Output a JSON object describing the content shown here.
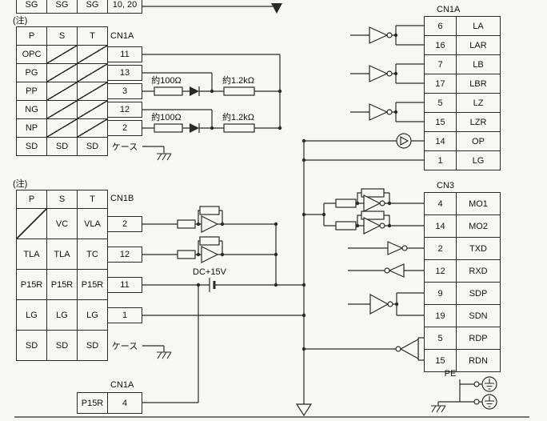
{
  "diagram": {
    "notes": {
      "pulse_note": "(注)",
      "analog_note": "(注)"
    },
    "labels": {
      "r100_1": "約100Ω",
      "r12k_1": "約1.2kΩ",
      "r100_2": "約100Ω",
      "r12k_2": "約1.2kΩ",
      "dc15v": "DC+15V",
      "pe": "PE"
    },
    "sg_table": {
      "cells": [
        "SG",
        "SG",
        "SG"
      ],
      "pin": "10, 20"
    },
    "pulse_table": {
      "connector": "CN1A",
      "header": [
        "P",
        "S",
        "T"
      ],
      "rows": [
        {
          "cells": [
            "OPC",
            "",
            ""
          ],
          "hatch": [
            false,
            true,
            true
          ],
          "pin": "11"
        },
        {
          "cells": [
            "PG",
            "",
            ""
          ],
          "hatch": [
            false,
            true,
            true
          ],
          "pin": "13"
        },
        {
          "cells": [
            "PP",
            "",
            ""
          ],
          "hatch": [
            false,
            true,
            true
          ],
          "pin": "3"
        },
        {
          "cells": [
            "NG",
            "",
            ""
          ],
          "hatch": [
            false,
            true,
            true
          ],
          "pin": "12"
        },
        {
          "cells": [
            "NP",
            "",
            ""
          ],
          "hatch": [
            false,
            true,
            true
          ],
          "pin": "2"
        },
        {
          "cells": [
            "SD",
            "SD",
            "SD"
          ],
          "hatch": [
            false,
            false,
            false
          ],
          "pin": "ケース",
          "pin_boxless": true
        }
      ]
    },
    "analog_table": {
      "connector": "CN1B",
      "header": [
        "P",
        "S",
        "T"
      ],
      "rows": [
        {
          "cells": [
            "",
            "VC",
            "VLA"
          ],
          "hatch": [
            true,
            false,
            false
          ],
          "pin": "2"
        },
        {
          "cells": [
            "TLA",
            "TLA",
            "TC"
          ],
          "hatch": [
            false,
            false,
            false
          ],
          "pin": "12"
        },
        {
          "cells": [
            "P15R",
            "P15R",
            "P15R"
          ],
          "hatch": [
            false,
            false,
            false
          ],
          "pin": "11"
        },
        {
          "cells": [
            "LG",
            "LG",
            "LG"
          ],
          "hatch": [
            false,
            false,
            false
          ],
          "pin": "1"
        },
        {
          "cells": [
            "SD",
            "SD",
            "SD"
          ],
          "hatch": [
            false,
            false,
            false
          ],
          "pin": "ケース",
          "pin_boxless": true
        }
      ]
    },
    "p15r_table": {
      "connector": "CN1A",
      "cell": "P15R",
      "pin": "4"
    },
    "cn1a_out": {
      "connector": "CN1A",
      "rows": [
        {
          "pin": "6",
          "signal": "LA"
        },
        {
          "pin": "16",
          "signal": "LAR"
        },
        {
          "pin": "7",
          "signal": "LB"
        },
        {
          "pin": "17",
          "signal": "LBR"
        },
        {
          "pin": "5",
          "signal": "LZ"
        },
        {
          "pin": "15",
          "signal": "LZR"
        },
        {
          "pin": "14",
          "signal": "OP"
        },
        {
          "pin": "1",
          "signal": "LG"
        }
      ]
    },
    "cn3": {
      "connector": "CN3",
      "rows": [
        {
          "pin": "4",
          "signal": "MO1"
        },
        {
          "pin": "14",
          "signal": "MO2"
        },
        {
          "pin": "2",
          "signal": "TXD"
        },
        {
          "pin": "12",
          "signal": "RXD"
        },
        {
          "pin": "9",
          "signal": "SDP"
        },
        {
          "pin": "19",
          "signal": "SDN"
        },
        {
          "pin": "5",
          "signal": "RDP"
        },
        {
          "pin": "15",
          "signal": "RDN"
        }
      ]
    }
  }
}
